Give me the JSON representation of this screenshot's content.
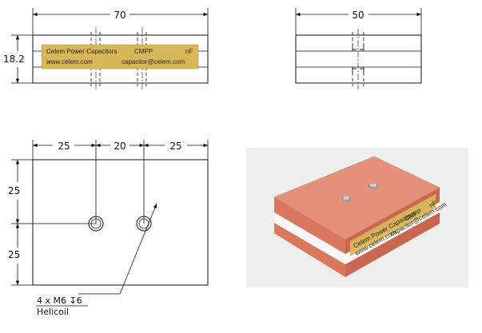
{
  "front_view": {
    "width_dim": "70",
    "height_dim": "18.2",
    "label": {
      "line1_left": "Celem Power Capacitors",
      "line1_mid": "CMPP",
      "line1_right": "nF",
      "line2_left": "www.celem.com",
      "line2_right": "capacitor@celem.com",
      "color": "#d8b65a"
    }
  },
  "side_view": {
    "width_dim": "50"
  },
  "top_view": {
    "dim_a": "25",
    "dim_b": "20",
    "dim_c": "25",
    "dim_left_top": "25",
    "dim_left_bottom": "25",
    "callout_line1": "4 x M6 ↧6",
    "callout_line2": "Helicoil"
  },
  "render_3d": {
    "label_line1": "Celem Power Capacitors",
    "label_mid": "CMPP",
    "label_right": "nF",
    "label_line2": "www.celem.com",
    "label_line2_right": "capacitor@celem.com",
    "copper_color": "#e0876a",
    "copper_dark": "#c26a50",
    "background": "#eeeeee"
  }
}
